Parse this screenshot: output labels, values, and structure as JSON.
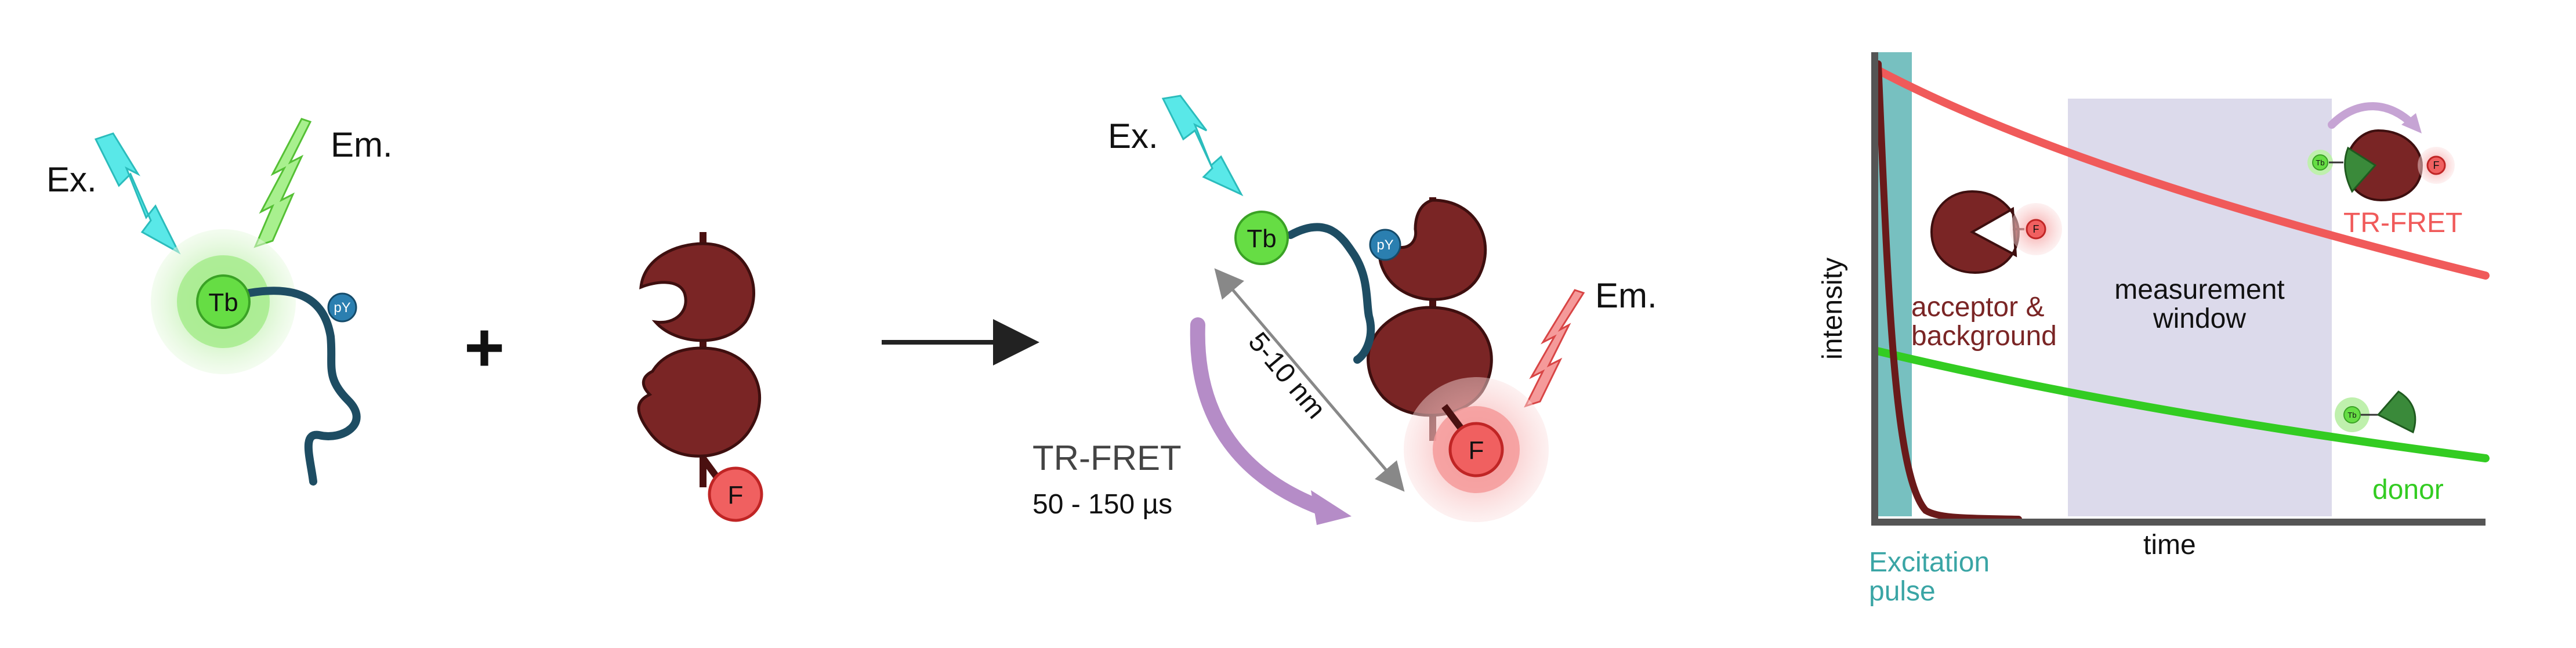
{
  "left_panel": {
    "ex_label": "Ex.",
    "em_label": "Em.",
    "tb_label": "Tb",
    "py_label": "pY",
    "plus": "+"
  },
  "antibody_panel": {
    "f_label": "F"
  },
  "complex_panel": {
    "ex_label": "Ex.",
    "em_label": "Em.",
    "tb_label": "Tb",
    "py_label": "pY",
    "f_label": "F",
    "distance_label": "5-10 nm",
    "fret_label": "TR-FRET",
    "time_label": "50 - 150 µs"
  },
  "timing_chart": {
    "y_label": "intensity",
    "x_label": "time",
    "excitation_label_line1": "Excitation",
    "excitation_label_line2": "pulse",
    "window_label_line1": "measurement",
    "window_label_line2": "window",
    "acceptor_label_line1": "acceptor &",
    "acceptor_label_line2": "background",
    "trfret_label": "TR-FRET",
    "donor_label": "donor",
    "mini_tb": "Tb",
    "mini_f": "F"
  },
  "colors": {
    "green": "#66dd44",
    "green_light": "#bff0ad",
    "cyan": "#40e6e6",
    "teal": "#3aa5a5",
    "red": "#f06060",
    "pink": "#f7b0b0",
    "antibody": "#7a2525",
    "linker": "#1e4d63",
    "py_blue": "#2b7fb0",
    "purple": "#b58cc7",
    "window": "#dcdaeb",
    "trfret_curve": "#f05a5a",
    "donor_curve": "#33cc22",
    "axis": "#555555"
  }
}
